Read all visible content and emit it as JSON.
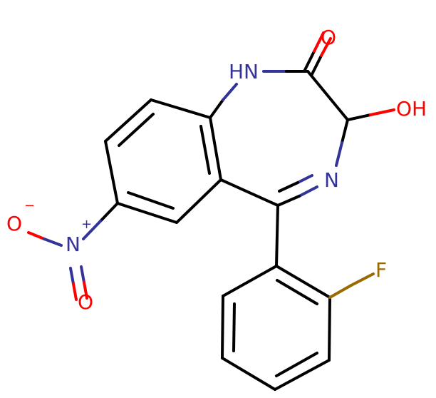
{
  "molecule": {
    "atoms": {
      "carbonyl_o": "O",
      "amide_nh": "HN",
      "hydroxyl": "OH",
      "imine_n": "N",
      "nitro_n": "N",
      "nitro_n_charge": "+",
      "nitro_o_minus": "O",
      "nitro_o_minus_charge": "−",
      "nitro_o": "O",
      "fluorine": "F"
    },
    "colors": {
      "carbon": "#000000",
      "nitrogen": "#333399",
      "oxygen": "#ff0000",
      "fluorine": "#9a6a00"
    }
  }
}
